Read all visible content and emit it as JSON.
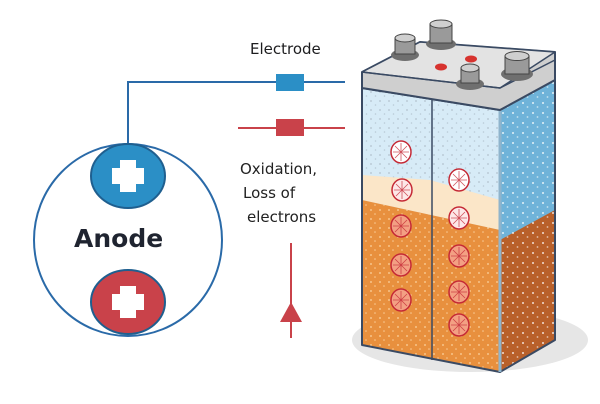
{
  "labels": {
    "electrode": "Electrode",
    "anode": "Anode",
    "oxidation_line1": "Oxidation,",
    "oxidation_line2": "Loss of",
    "oxidation_line3": "electrons"
  },
  "icons": {
    "top_terminal": "plus-icon",
    "bottom_terminal": "plus-icon",
    "arrow": "arrow-up-icon"
  },
  "colors": {
    "blue": "#2b8fc6",
    "red": "#c9424a",
    "wire_blue": "#2a6aa8",
    "orange": "#e8903e",
    "orange_dark": "#b9602a",
    "cream": "#fbe6c8",
    "light_blue": "#d7ebf7",
    "mid_blue": "#6fb3d9",
    "cap_gray": "#d9d9d9",
    "outline": "#3a4a63"
  }
}
